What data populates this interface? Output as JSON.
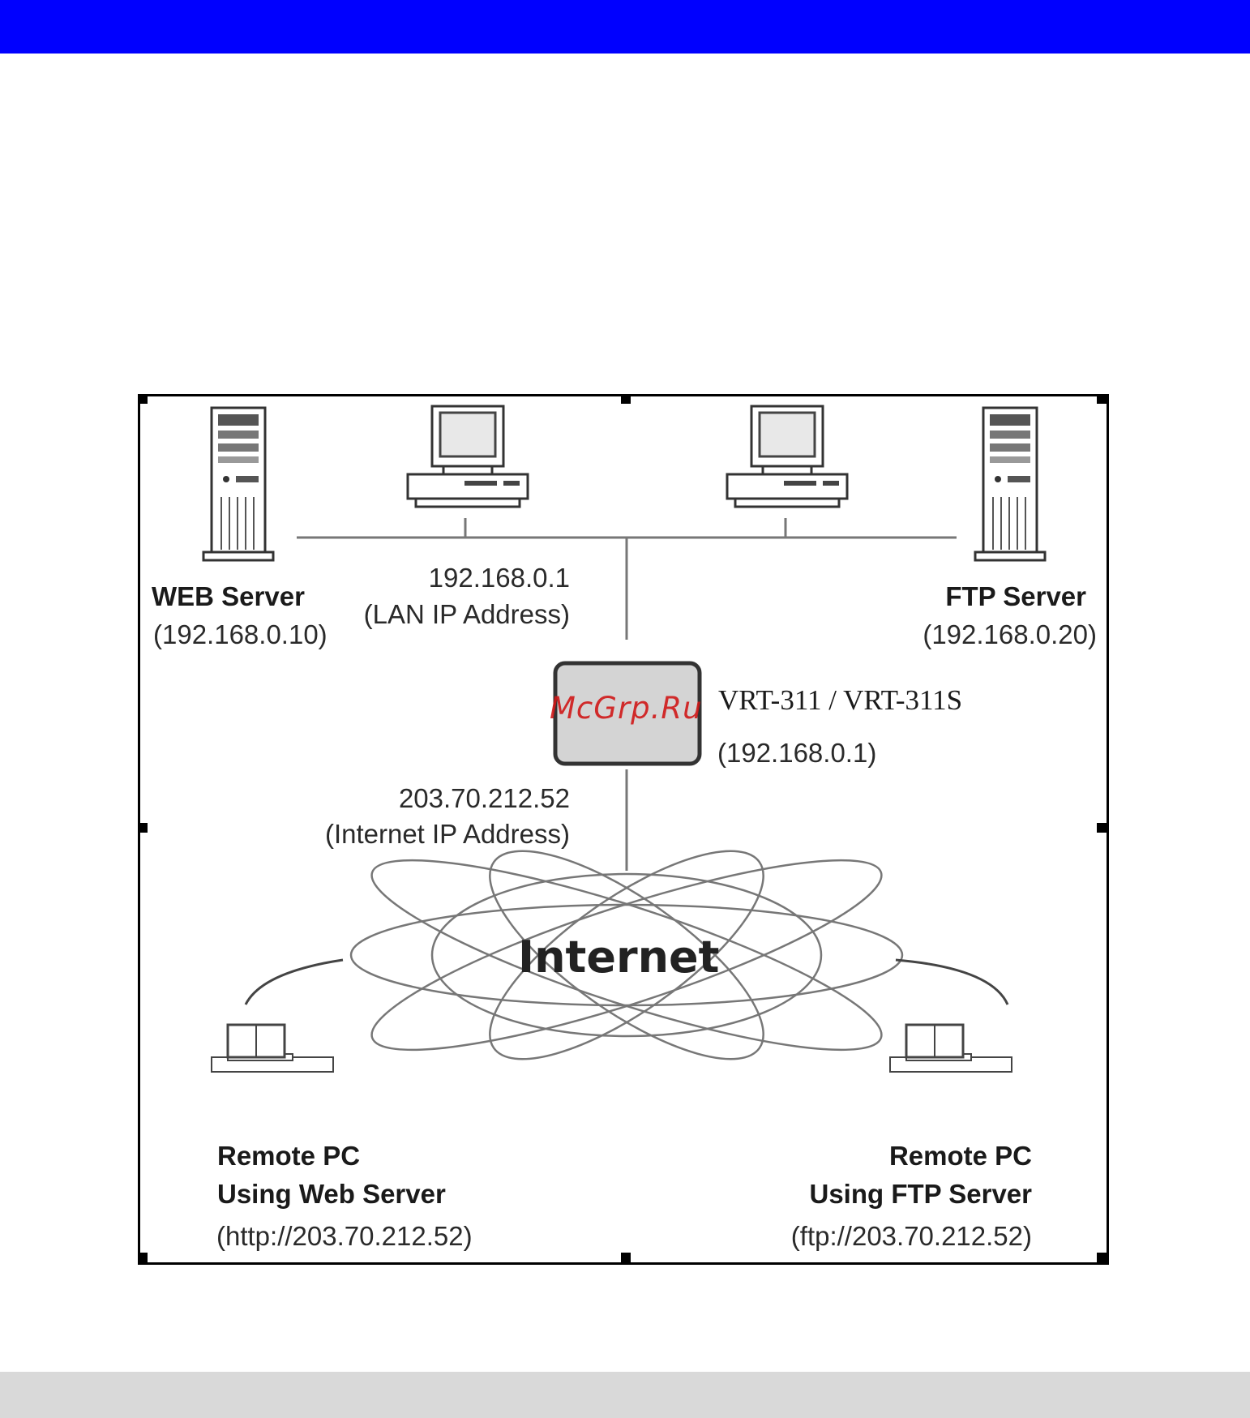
{
  "colors": {
    "top_bar": "#0000ff",
    "bottom_bar": "#d9d9d9",
    "router_fill": "#d4d4d4",
    "watermark": "#d01818"
  },
  "diagram": {
    "web_server": {
      "title": "WEB Server",
      "ip": "(192.168.0.10)",
      "icon": "tower-server-icon"
    },
    "ftp_server": {
      "title": "FTP Server",
      "ip": "(192.168.0.20)",
      "icon": "tower-server-icon"
    },
    "lan_pcs": {
      "icon": "desktop-computer-icon"
    },
    "lan_ip": {
      "address": "192.168.0.1",
      "caption": "(LAN IP Address)"
    },
    "router": {
      "model": "VRT-311 / VRT-311S",
      "ip": "(192.168.0.1)",
      "icon": "router-box-icon"
    },
    "internet_ip": {
      "address": "203.70.212.52",
      "caption": "(Internet IP Address)"
    },
    "internet": {
      "label": "Internet",
      "icon": "internet-cloud-icon"
    },
    "remote_web": {
      "line1": "Remote PC",
      "line2": "Using Web Server",
      "url": "(http://203.70.212.52)",
      "icon": "monitor-icon"
    },
    "remote_ftp": {
      "line1": "Remote PC",
      "line2": "Using FTP Server",
      "url": "(ftp://203.70.212.52)",
      "icon": "monitor-icon"
    }
  },
  "watermark": "McGrp.Ru"
}
